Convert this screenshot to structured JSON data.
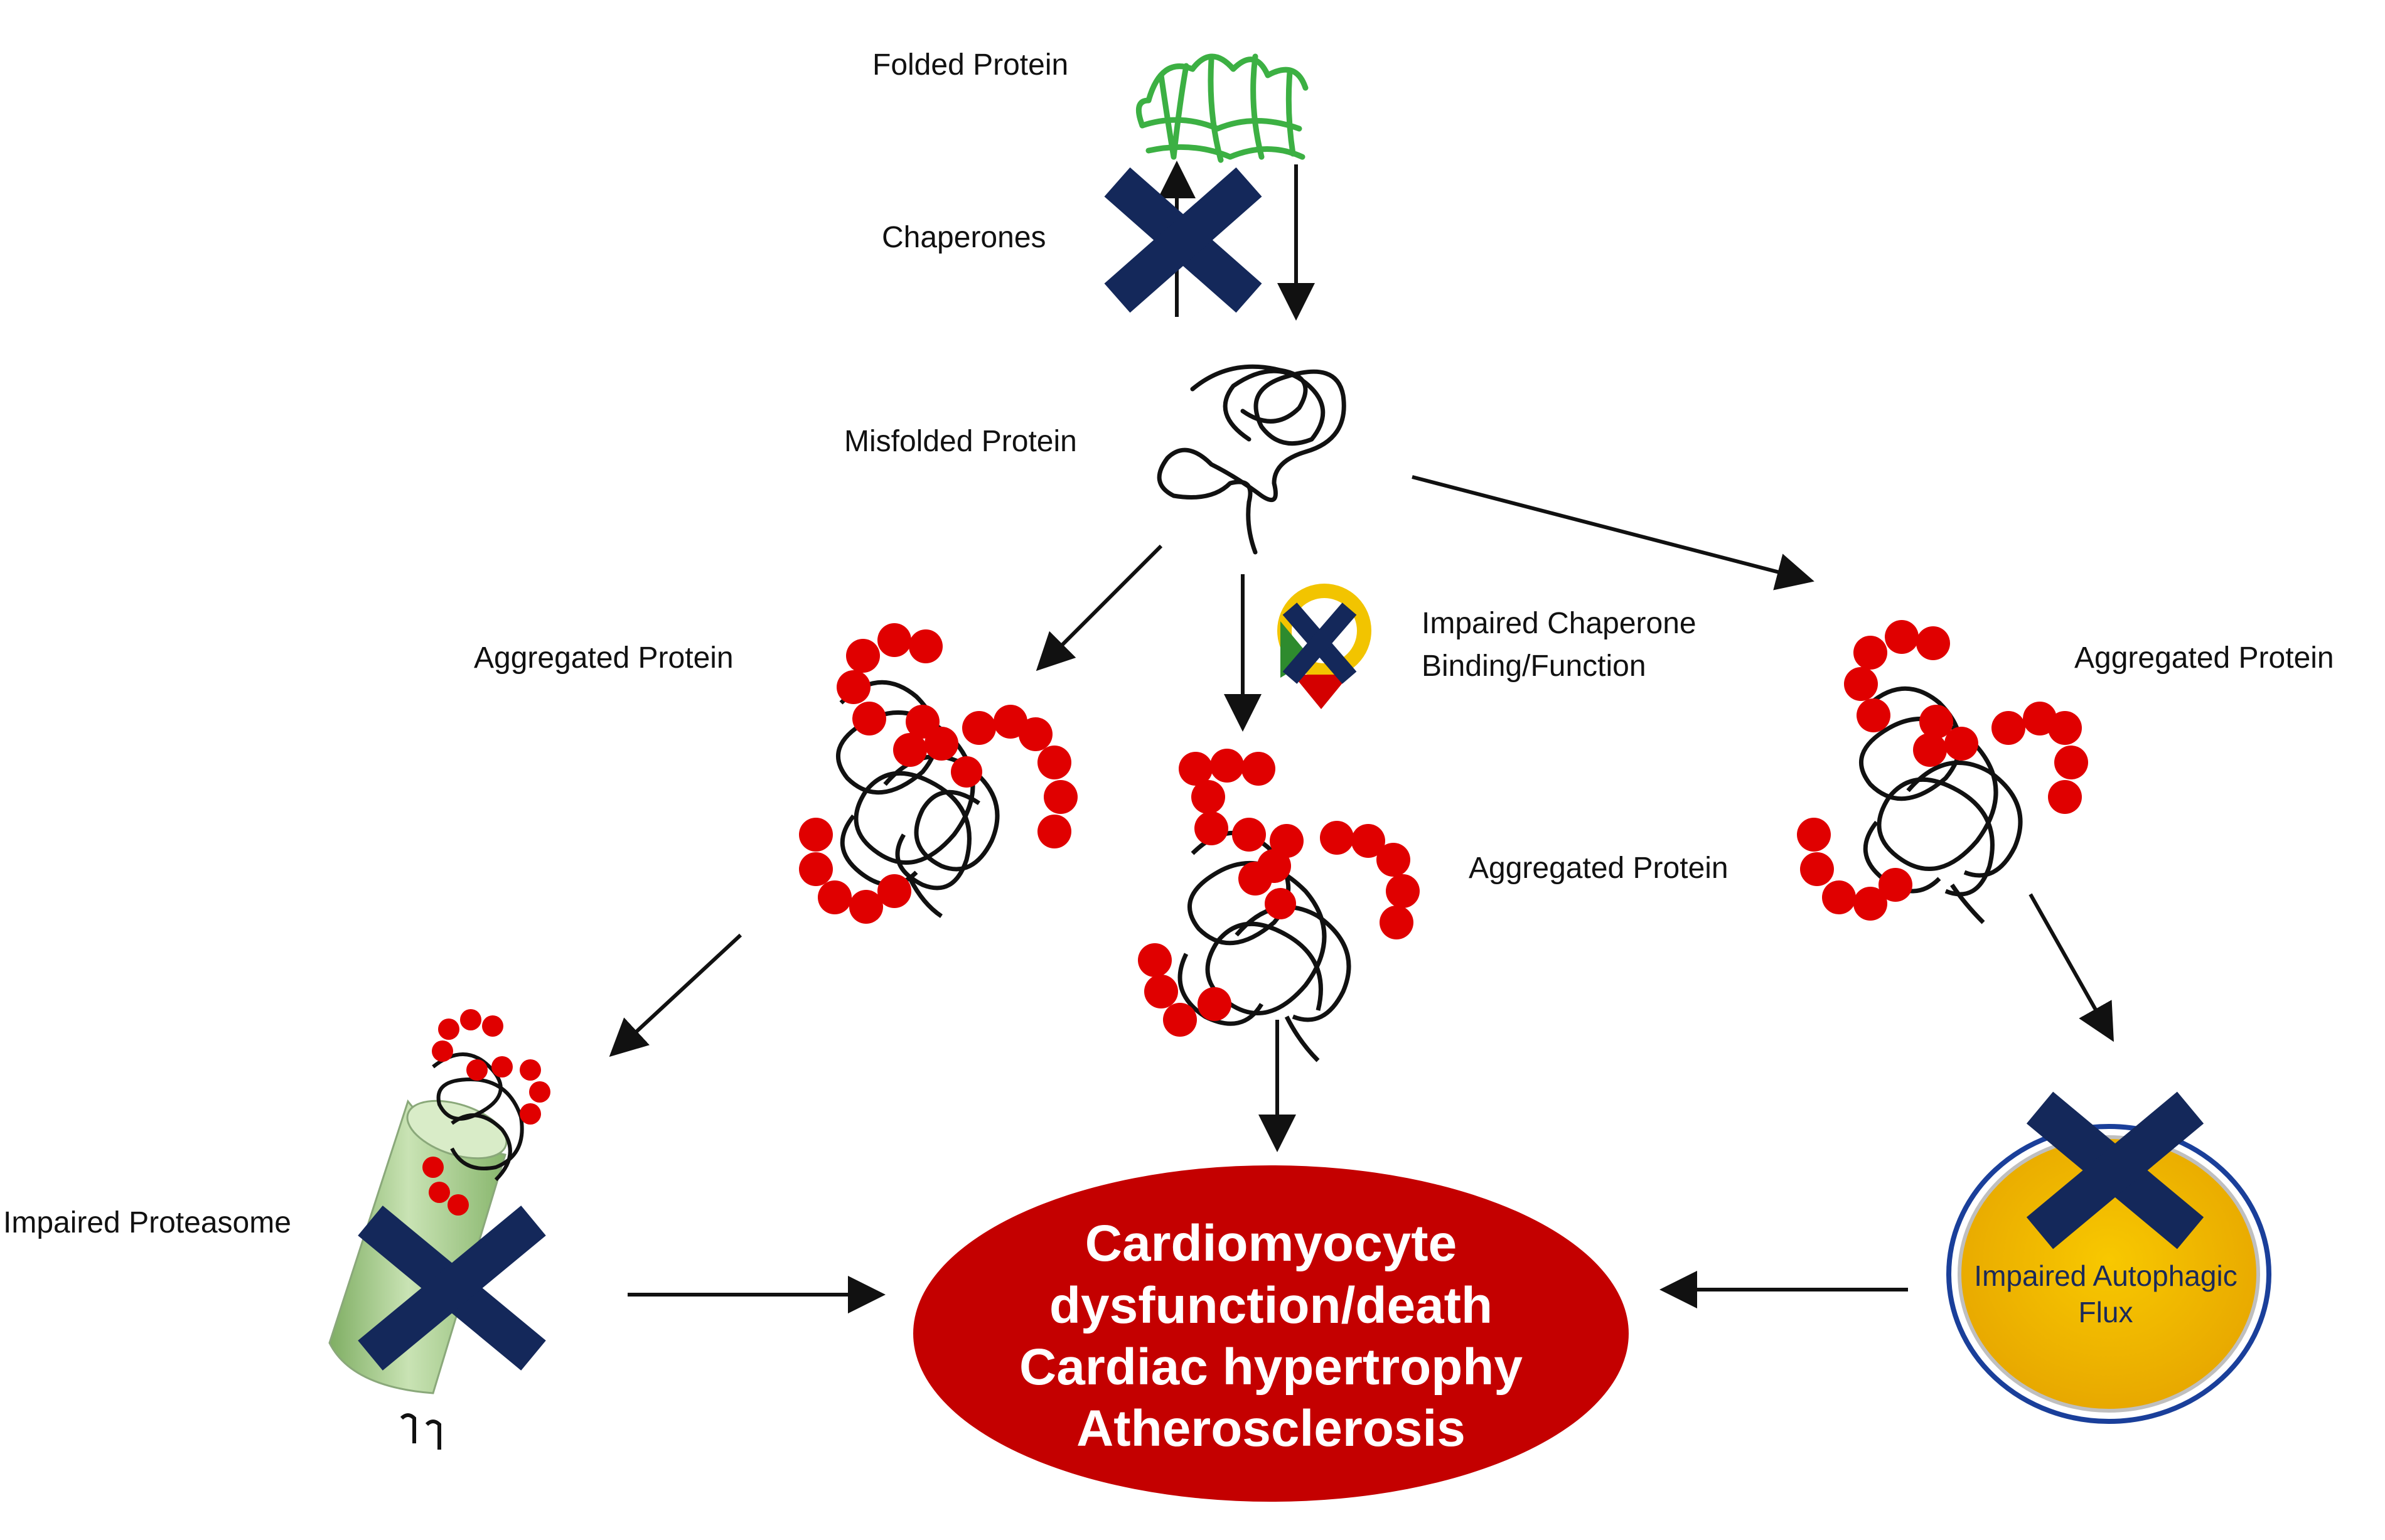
{
  "labels": {
    "folded_protein": "Folded Protein",
    "chaperones": "Chaperones",
    "misfolded_protein": "Misfolded Protein",
    "aggregated_protein": "Aggregated Protein",
    "impaired_chaperone_line1": "Impaired Chaperone",
    "impaired_chaperone_line2": "Binding/Function",
    "impaired_proteasome": "Impaired Proteasome",
    "impaired_autophagic_line1": "Impaired Autophagic",
    "impaired_autophagic_line2": "Flux"
  },
  "outcome": {
    "line1": "Cardiomyocyte",
    "line2": "dysfunction/death",
    "line3": "Cardiac hypertrophy",
    "line4": "Atherosclerosis"
  },
  "colors": {
    "folded_protein": "#3cb043",
    "block_x": "#14285a",
    "aggregate_beads": "#e00000",
    "outcome_fill": "#c40000",
    "autophagy_fill": "#f2b800",
    "autophagy_rim": "#1a3f9a",
    "proteasome": "#a9cf8f",
    "line": "#111111"
  },
  "icons": [
    "folded-protein-icon",
    "misfolded-protein-icon",
    "aggregated-protein-icon",
    "block-x-icon",
    "proteasome-icon",
    "autophagosome-icon",
    "impaired-chaperone-icon"
  ]
}
